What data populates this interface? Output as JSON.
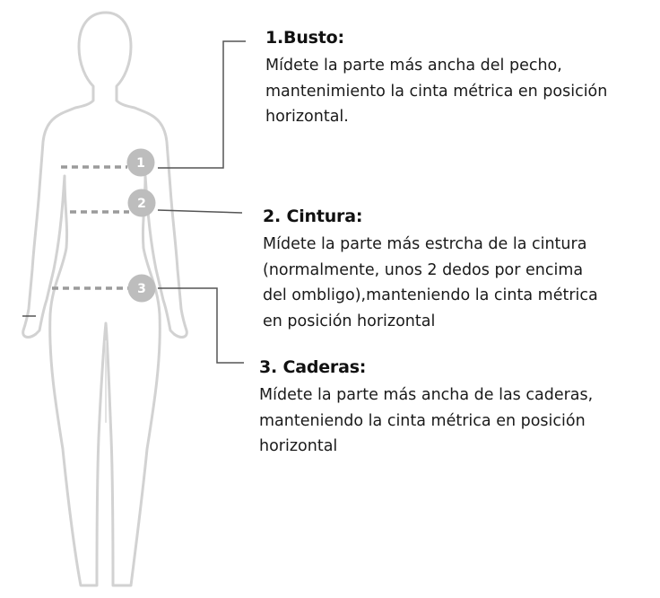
{
  "measurements": [
    {
      "number": "1",
      "title": "1.Busto:",
      "lines": [
        "Mídete la parte más ancha del pecho,",
        "mantenimiento la cinta métrica en posición",
        "horizontal."
      ]
    },
    {
      "number": "2",
      "title": "2. Cintura:",
      "lines": [
        "Mídete la parte más estrcha de la cintura",
        "(normalmente, unos 2 dedos por encima",
        "del ombligo),manteniendo la cinta métrica",
        "en posición horizontal"
      ]
    },
    {
      "number": "3",
      "title": "3. Caderas:",
      "lines": [
        "Mídete la parte más ancha de las caderas,",
        "manteniendo la cinta métrica en posición",
        "horizontal"
      ]
    }
  ],
  "colors": {
    "silhouette": "#d0d0d0",
    "dash": "#9a9a9a",
    "marker": "#bdbdbd",
    "leader": "#555555",
    "text": "#1a1a1a"
  }
}
